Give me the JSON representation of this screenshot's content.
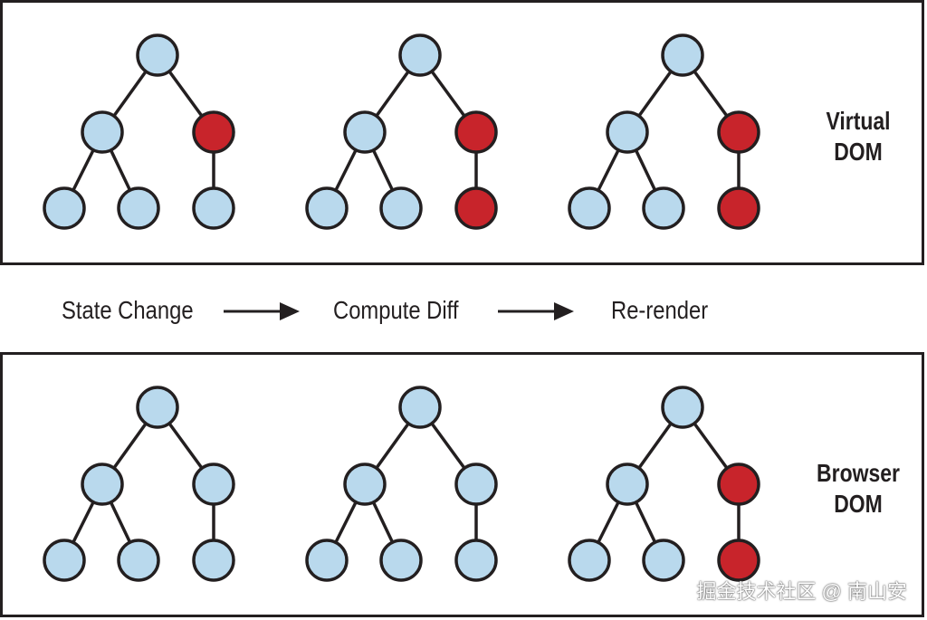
{
  "colors": {
    "node_fill": "#b9d9ed",
    "changed_fill": "#c8242b",
    "stroke": "#231f20"
  },
  "panels": {
    "virtual": {
      "label_line1": "Virtual",
      "label_line2": "DOM",
      "trees": [
        {
          "root": "normal",
          "left": "normal",
          "right": "changed",
          "ll": "normal",
          "lr": "normal",
          "rc": "normal"
        },
        {
          "root": "normal",
          "left": "normal",
          "right": "changed",
          "ll": "normal",
          "lr": "normal",
          "rc": "changed"
        },
        {
          "root": "normal",
          "left": "normal",
          "right": "changed",
          "ll": "normal",
          "lr": "normal",
          "rc": "changed"
        }
      ]
    },
    "browser": {
      "label_line1": "Browser",
      "label_line2": "DOM",
      "trees": [
        {
          "root": "normal",
          "left": "normal",
          "right": "normal",
          "ll": "normal",
          "lr": "normal",
          "rc": "normal"
        },
        {
          "root": "normal",
          "left": "normal",
          "right": "normal",
          "ll": "normal",
          "lr": "normal",
          "rc": "normal"
        },
        {
          "root": "normal",
          "left": "normal",
          "right": "changed",
          "ll": "normal",
          "lr": "normal",
          "rc": "changed"
        }
      ]
    }
  },
  "steps": {
    "state_change": "State Change",
    "compute_diff": "Compute Diff",
    "re_render": "Re-render"
  },
  "watermark": "掘金技术社区 @ 南山安"
}
